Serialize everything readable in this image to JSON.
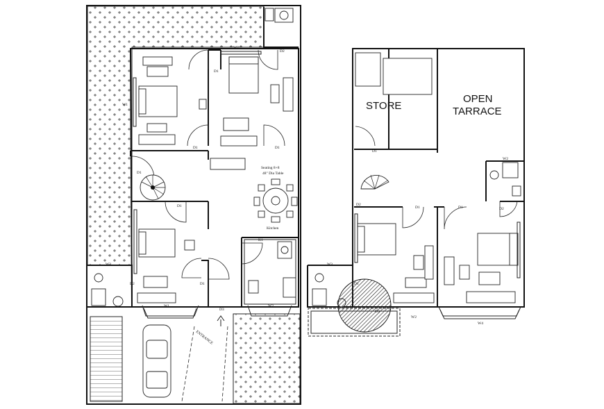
{
  "labels": {
    "store": "STORE",
    "open_tarrace_1": "OPEN",
    "open_tarrace_2": "TARRACE",
    "entrance": "ENTRANCE",
    "seating": "Seating 8+8",
    "dia_table": "48\" Dia Table",
    "kitchen": "Kitchen"
  },
  "doors": {
    "w2_top": "W2",
    "d2_top": "D2",
    "d1_bed_left": "D1",
    "d1_bed_right": "D1",
    "d1_bed_mid": "D1",
    "d1_stair": "D1",
    "d1_bed3": "D1",
    "d2_bath": "D2",
    "d1_bed3_right": "D1",
    "d3_entrance": "D3",
    "w2_kitchen": "W2",
    "k1": "K1",
    "w3_bath": "W3",
    "w1_bed3": "W1",
    "w1_left": "W1",
    "d1_store": "D1",
    "d1_upper_bed": "D1",
    "d1_upper_right": "D1",
    "d2_upper": "D2",
    "w2_upper": "W2",
    "w3_upper": "W3",
    "w4_upper": "W4",
    "w2_upper_bed": "W2",
    "d1_upper_stair": "D1",
    "d2_upper_bath": "D2",
    "w2_upper_bath": "W2",
    "d3_upper": "D3"
  }
}
